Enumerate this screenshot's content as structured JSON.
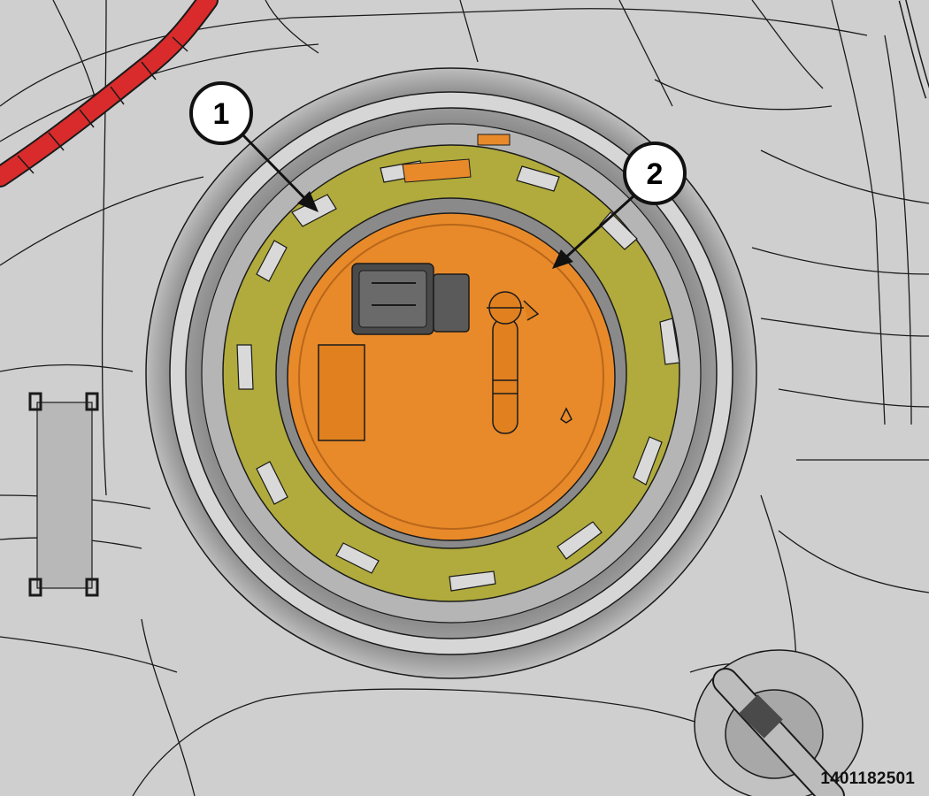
{
  "callouts": [
    {
      "number": "1",
      "part": "lock-ring"
    },
    {
      "number": "2",
      "part": "fuel-pump-module"
    }
  ],
  "figure_id": "1401182501",
  "colors": {
    "lock_ring": "#b0ab3c",
    "module": "#e88a2a",
    "tank": "#c8c8c8",
    "wire": "#d92b2b",
    "outline": "#1a1a1a"
  }
}
